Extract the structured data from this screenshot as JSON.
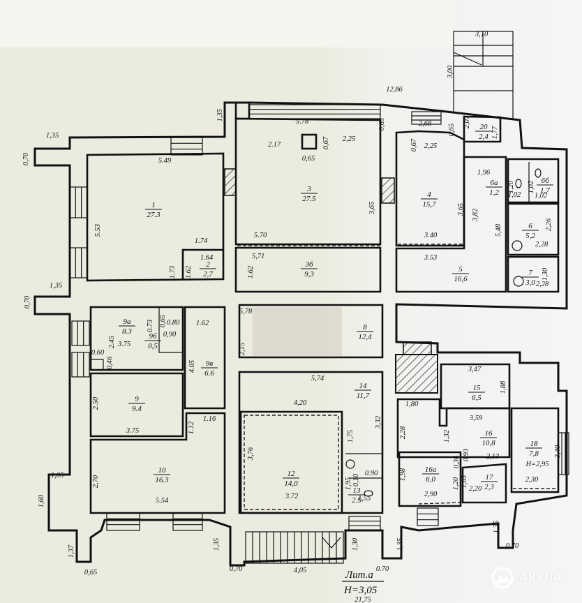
{
  "plan": {
    "rooms": [
      {
        "num": "1",
        "area": "27.3"
      },
      {
        "num": "2",
        "area": "2,7"
      },
      {
        "num": "3",
        "area": "27.5"
      },
      {
        "num": "3б",
        "area": "9,3"
      },
      {
        "num": "4",
        "area": "15,7"
      },
      {
        "num": "5",
        "area": "16,6"
      },
      {
        "num": "6а",
        "area": "1,2"
      },
      {
        "num": "6б",
        "area": "1,7"
      },
      {
        "num": "6",
        "area": "5,2"
      },
      {
        "num": "7",
        "area": "3,0"
      },
      {
        "num": "20",
        "area": "2,4"
      },
      {
        "num": "8",
        "area": "12,4"
      },
      {
        "num": "9а",
        "area": "8.3"
      },
      {
        "num": "9б",
        "area": "0,5"
      },
      {
        "num": "9в",
        "area": "6.6"
      },
      {
        "num": "9",
        "area": "9.4"
      },
      {
        "num": "10",
        "area": "16.3"
      },
      {
        "num": "12",
        "area": "14,0"
      },
      {
        "num": "13",
        "area": "2.9"
      },
      {
        "num": "14",
        "area": "11,7"
      },
      {
        "num": "15",
        "area": "6,5"
      },
      {
        "num": "16",
        "area": "10,8"
      },
      {
        "num": "16а",
        "area": "6,0"
      },
      {
        "num": "17",
        "area": "2,3"
      },
      {
        "num": "18",
        "area": "7,8"
      }
    ],
    "dimensions": [
      "1,35",
      "0,70",
      "5.49",
      "5.53",
      "1,35",
      "2.17",
      "5.78",
      "0,67",
      "0,65",
      "2,25",
      "0,65",
      "12,86",
      "3,10",
      "3,00",
      "2,68",
      "0,65",
      "0,67",
      "2,25",
      "2,07",
      "1,77",
      "3,65",
      "3,65",
      "3,82",
      "1,96",
      "1,20",
      "1,02",
      "1,02",
      "1,02",
      "5,48",
      "2,26",
      "2,28",
      "1,30",
      "2,28",
      "5.70",
      "3.40",
      "5,71",
      "3.53",
      "1.74",
      "1.64",
      "1.73",
      "1.62",
      "1.62",
      "1,35",
      "0,70",
      "5,78",
      "2,15",
      "0.73",
      "0,65",
      "0.80",
      "1.62",
      "2.45",
      "3.75",
      "0,90",
      "0.60",
      "0,46",
      "4.05",
      "2.50",
      "1.16",
      "1.12",
      "3.75",
      "1,05",
      "2,70",
      "5.54",
      "1,60",
      "1,37",
      "0,65",
      "1,35",
      "0,70",
      "5,74",
      "4,20",
      "3,32",
      "1,75",
      "3,76",
      "3.72",
      "1,95",
      "0,10",
      "0.90",
      "1,55",
      "4,05",
      "1,30",
      "1,35",
      "0.70",
      "21,75",
      "3,47",
      "1,88",
      "1,80",
      "3,59",
      "2,28",
      "1,32",
      "1,98",
      "0,36",
      "0,93",
      "2,13",
      "1,20",
      "1,03",
      "2,20",
      "2,90",
      "3,40",
      "2,30",
      "1,35",
      "0,70",
      "H=2,95"
    ],
    "caption": {
      "litera": "Лит.а",
      "height": "H=3,05"
    }
  },
  "watermark": {
    "brand": "АКУЛА",
    "icon": "shark-logo-icon"
  },
  "colors": {
    "paper": "#ecebdf",
    "ink": "#111111",
    "logo": "#ffffff"
  }
}
